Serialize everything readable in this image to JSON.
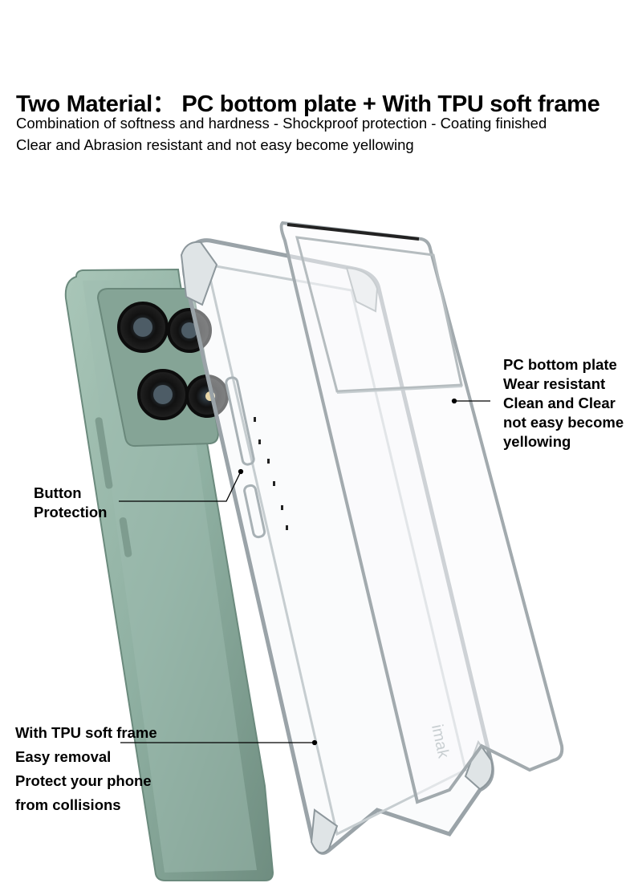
{
  "header": {
    "title": "Two Material： PC bottom plate + With TPU soft frame",
    "subtitle_line1": "Combination of softness and hardness - Shockproof protection - Coating finished",
    "subtitle_line2": "Clear and Abrasion resistant and not easy become yellowing"
  },
  "callouts": {
    "pc_plate": [
      "PC bottom plate",
      "Wear resistant",
      "Clean and Clear",
      "not easy become",
      "yellowing"
    ],
    "button": [
      "Button",
      "Protection"
    ],
    "tpu_frame": [
      "With TPU soft frame",
      "Easy removal",
      "Protect your phone",
      "from collisions"
    ]
  },
  "colors": {
    "phone_body": "#8fb0a2",
    "phone_dark": "#5f7d70",
    "callout_line": "#000000",
    "clear_plastic": "#e8ecee"
  },
  "icons": [
    "phone-product-image",
    "tpu-frame-image",
    "pc-plate-image"
  ]
}
